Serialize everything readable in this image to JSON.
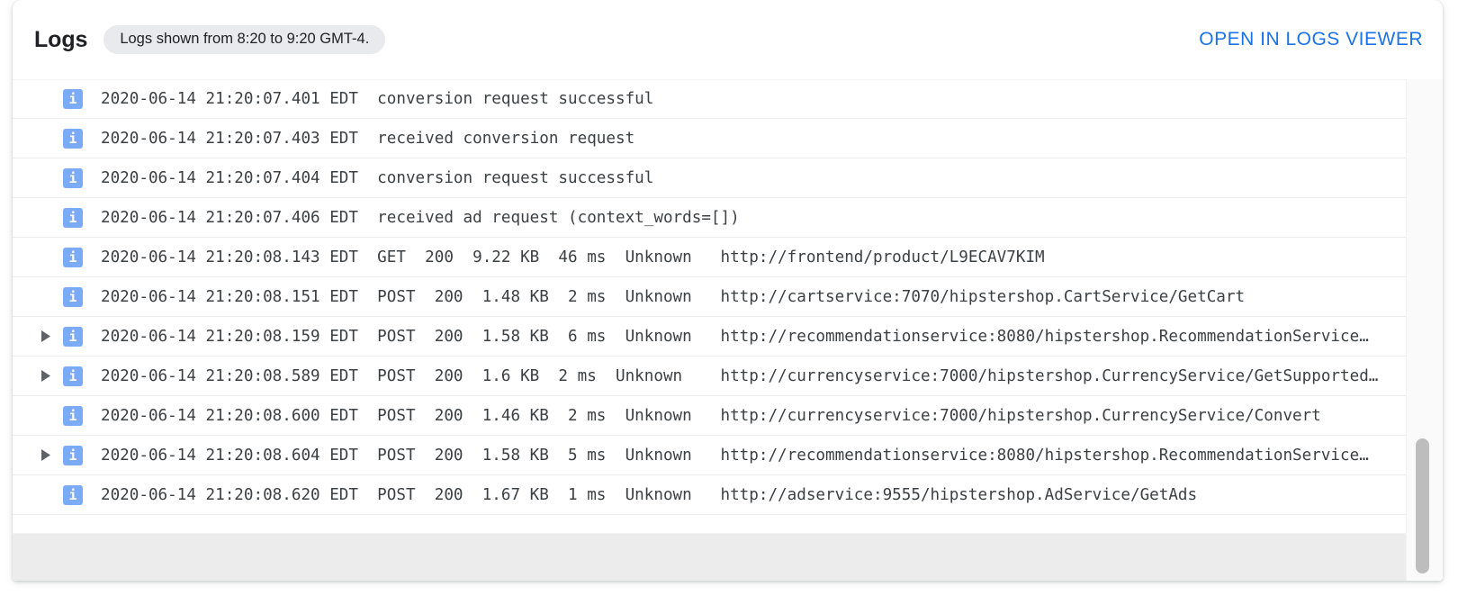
{
  "header": {
    "title": "Logs",
    "chip": "Logs shown from 8:20 to 9:20 GMT-4.",
    "open_viewer_label": "OPEN IN LOGS VIEWER"
  },
  "colors": {
    "link": "#1a73e8",
    "severity_info": "#7baaf7",
    "chip_bg": "#e8eaed",
    "footer_bg": "#ececec",
    "scrollbar_thumb": "#bdbdbd"
  },
  "icons": {
    "severity_info": "i",
    "expand_arrow": "chevron-right-filled"
  },
  "log_rows": [
    {
      "expandable": false,
      "severity": "info",
      "timestamp": "2020-06-14 21:20:07.401 EDT",
      "message": "conversion request successful",
      "text": "2020-06-14 21:20:07.401 EDT  conversion request successful"
    },
    {
      "expandable": false,
      "severity": "info",
      "timestamp": "2020-06-14 21:20:07.403 EDT",
      "message": "received conversion request",
      "text": "2020-06-14 21:20:07.403 EDT  received conversion request"
    },
    {
      "expandable": false,
      "severity": "info",
      "timestamp": "2020-06-14 21:20:07.404 EDT",
      "message": "conversion request successful",
      "text": "2020-06-14 21:20:07.404 EDT  conversion request successful"
    },
    {
      "expandable": false,
      "severity": "info",
      "timestamp": "2020-06-14 21:20:07.406 EDT",
      "message": "received ad request (context_words=[])",
      "text": "2020-06-14 21:20:07.406 EDT  received ad request (context_words=[])"
    },
    {
      "expandable": false,
      "severity": "info",
      "timestamp": "2020-06-14 21:20:08.143 EDT",
      "method": "GET",
      "status": "200",
      "size": "9.22 KB",
      "latency": "46 ms",
      "client": "Unknown",
      "url": "http://frontend/product/L9ECAV7KIM",
      "text": "2020-06-14 21:20:08.143 EDT  GET  200  9.22 KB  46 ms  Unknown   http://frontend/product/L9ECAV7KIM"
    },
    {
      "expandable": false,
      "severity": "info",
      "timestamp": "2020-06-14 21:20:08.151 EDT",
      "method": "POST",
      "status": "200",
      "size": "1.48 KB",
      "latency": "2 ms",
      "client": "Unknown",
      "url": "http://cartservice:7070/hipstershop.CartService/GetCart",
      "text": "2020-06-14 21:20:08.151 EDT  POST  200  1.48 KB  2 ms  Unknown   http://cartservice:7070/hipstershop.CartService/GetCart"
    },
    {
      "expandable": true,
      "severity": "info",
      "timestamp": "2020-06-14 21:20:08.159 EDT",
      "method": "POST",
      "status": "200",
      "size": "1.58 KB",
      "latency": "6 ms",
      "client": "Unknown",
      "url": "http://recommendationservice:8080/hipstershop.RecommendationService…",
      "text": "2020-06-14 21:20:08.159 EDT  POST  200  1.58 KB  6 ms  Unknown   http://recommendationservice:8080/hipstershop.RecommendationService…"
    },
    {
      "expandable": true,
      "severity": "info",
      "timestamp": "2020-06-14 21:20:08.589 EDT",
      "method": "POST",
      "status": "200",
      "size": "1.6 KB",
      "latency": "2 ms",
      "client": "Unknown",
      "url": "http://currencyservice:7000/hipstershop.CurrencyService/GetSupported…",
      "text": "2020-06-14 21:20:08.589 EDT  POST  200  1.6 KB  2 ms  Unknown    http://currencyservice:7000/hipstershop.CurrencyService/GetSupported…"
    },
    {
      "expandable": false,
      "severity": "info",
      "timestamp": "2020-06-14 21:20:08.600 EDT",
      "method": "POST",
      "status": "200",
      "size": "1.46 KB",
      "latency": "2 ms",
      "client": "Unknown",
      "url": "http://currencyservice:7000/hipstershop.CurrencyService/Convert",
      "text": "2020-06-14 21:20:08.600 EDT  POST  200  1.46 KB  2 ms  Unknown   http://currencyservice:7000/hipstershop.CurrencyService/Convert"
    },
    {
      "expandable": true,
      "severity": "info",
      "timestamp": "2020-06-14 21:20:08.604 EDT",
      "method": "POST",
      "status": "200",
      "size": "1.58 KB",
      "latency": "5 ms",
      "client": "Unknown",
      "url": "http://recommendationservice:8080/hipstershop.RecommendationService…",
      "text": "2020-06-14 21:20:08.604 EDT  POST  200  1.58 KB  5 ms  Unknown   http://recommendationservice:8080/hipstershop.RecommendationService…"
    },
    {
      "expandable": false,
      "severity": "info",
      "timestamp": "2020-06-14 21:20:08.620 EDT",
      "method": "POST",
      "status": "200",
      "size": "1.67 KB",
      "latency": "1 ms",
      "client": "Unknown",
      "url": "http://adservice:9555/hipstershop.AdService/GetAds",
      "text": "2020-06-14 21:20:08.620 EDT  POST  200  1.67 KB  1 ms  Unknown   http://adservice:9555/hipstershop.AdService/GetAds"
    }
  ]
}
